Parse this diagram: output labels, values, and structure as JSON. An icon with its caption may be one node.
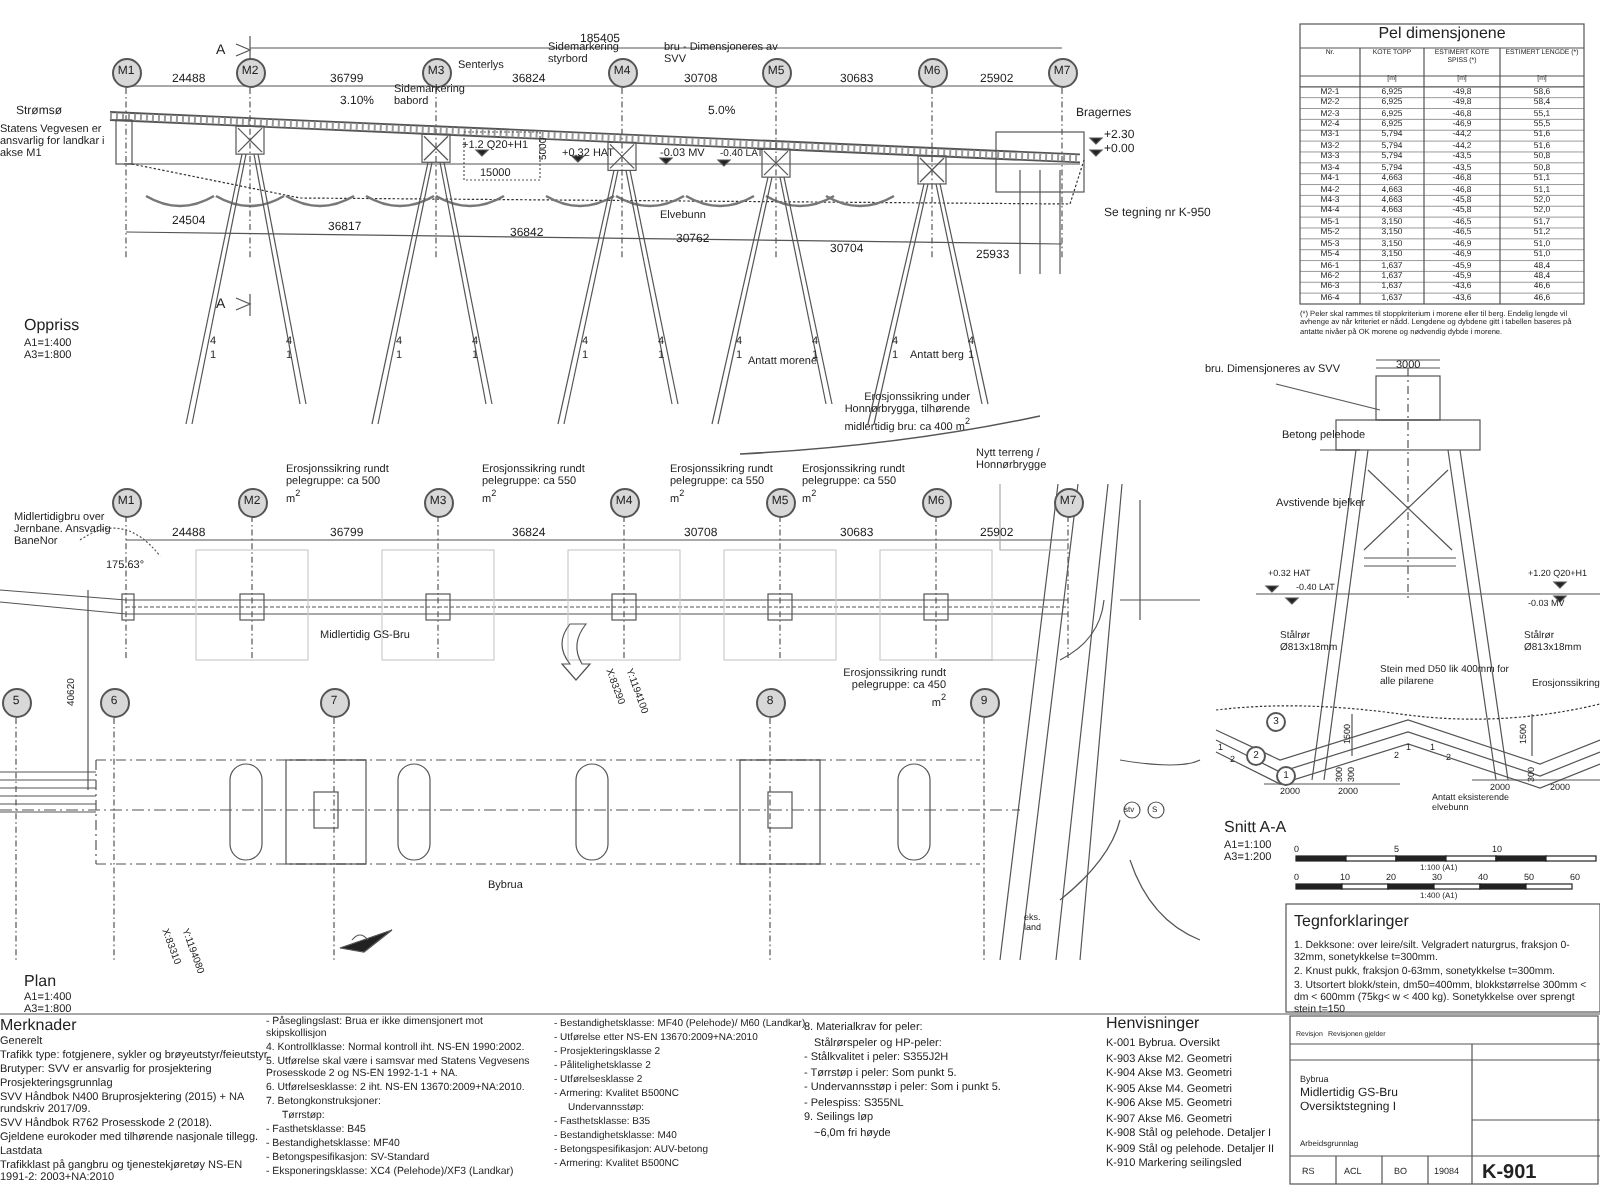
{
  "diagram": {
    "nodes": [
      {
        "text": [
          "M1"
        ]
      },
      {
        "text": [
          "M2"
        ]
      },
      {
        "text": [
          "M3"
        ]
      },
      {
        "text": [
          "M4"
        ]
      },
      {
        "text": [
          "M5"
        ]
      },
      {
        "text": [
          "M6"
        ]
      },
      {
        "text": [
          "M7"
        ]
      },
      {
        "text": [
          "M1"
        ]
      },
      {
        "text": [
          "M2"
        ]
      },
      {
        "text": [
          "M3"
        ]
      },
      {
        "text": [
          "M4"
        ]
      },
      {
        "text": [
          "M5"
        ]
      },
      {
        "text": [
          "M6"
        ]
      },
      {
        "text": [
          "M7"
        ]
      },
      {
        "text": [
          "5"
        ]
      },
      {
        "text": [
          "6"
        ]
      },
      {
        "text": [
          "7"
        ]
      },
      {
        "text": [
          "8"
        ]
      },
      {
        "text": [
          "9"
        ]
      },
      {
        "text": [
          "3"
        ]
      },
      {
        "text": [
          "2"
        ]
      },
      {
        "text": [
          "1"
        ]
      }
    ],
    "labels": [
      "185405",
      "24488",
      "36799",
      "36824",
      "30708",
      "30683",
      "25902",
      "A",
      "Strømsø",
      "Statens Vegvesen er ansvarlig for landkar i akse M1",
      "3.10%",
      "Sidemarkering babord",
      "Senterlys",
      "Sidemarkering styrbord",
      "bru - Dimensjoneres av SVV",
      "5.0%",
      "+1.2 Q20+H1",
      "5000",
      "15000",
      "+0.32 HAT",
      "-0.03 MV",
      "-0.40 LAT",
      "Bragernes",
      "+2.30",
      "+0.00",
      "Se tegning nr K-950",
      "Elvebunn",
      "24504",
      "36817",
      "36842",
      "30762",
      "30704",
      "25933",
      "A",
      "Oppriss",
      "A1=1:400",
      "A3=1:800",
      "4",
      "1",
      "4",
      "1",
      "4",
      "1",
      "4",
      "1",
      "4",
      "1",
      "4",
      "1",
      "4",
      "1",
      "4",
      "1",
      "4",
      "1",
      "4",
      "1",
      "Antatt morene",
      "Antatt berg",
      "Pel dimensjonene",
      "Nr.",
      "KOTE TOPP",
      "ESTIMERT KOTE SPISS (*)",
      "ESTIMERT LENGDE (*)",
      "[m]",
      "[m]",
      "[m]",
      "M2-1",
      "6,925",
      "-49,8",
      "58,6",
      "M2-2",
      "6,925",
      "-49,8",
      "58,4",
      "M2-3",
      "6,925",
      "-46,8",
      "55,1",
      "M2-4",
      "6,925",
      "-46,9",
      "55,5",
      "M3-1",
      "5,794",
      "-44,2",
      "51,6",
      "M3-2",
      "5,794",
      "-44,2",
      "51,6",
      "M3-3",
      "5,794",
      "-43,5",
      "50,8",
      "M3-4",
      "5,794",
      "-43,5",
      "50,8",
      "M4-1",
      "4,663",
      "-46,8",
      "51,1",
      "M4-2",
      "4,663",
      "-46,8",
      "51,1",
      "M4-3",
      "4,663",
      "-45,8",
      "52,0",
      "M4-4",
      "4,663",
      "-45,8",
      "52,0",
      "M5-1",
      "3,150",
      "-46,5",
      "51,7",
      "M5-2",
      "3,150",
      "-46,5",
      "51,2",
      "M5-3",
      "3,150",
      "-46,9",
      "51,0",
      "M5-4",
      "3,150",
      "-46,9",
      "51,0",
      "M6-1",
      "1,637",
      "-45,9",
      "48,4",
      "M6-2",
      "1,637",
      "-45,9",
      "48,4",
      "M6-3",
      "1,637",
      "-43,6",
      "46,6",
      "M6-4",
      "1,637",
      "-43,6",
      "46,6",
      "(*) Peler skal rammes til stoppkriterium i morene eller til berg. Endelig lengde vil avhenge av når kriteriet er nådd. Lengdene og dybdene gitt i tabellen baseres på antatte nivåer på OK morene og nødvendig dybde i morene.",
      "Erosjonssikring under Honnørbrygga, tilhørende midlertidig bru: ca 400 m$^{2}$",
      "Nytt terreng / Honnørbrygge",
      "Erosjonssikring rundt pelegruppe: ca 500 m$^{2}$",
      "Erosjonssikring rundt pelegruppe: ca 550 m$^{2}$",
      "Erosjonssikring rundt pelegruppe: ca 550 m$^{2}$",
      "Erosjonssikring rundt pelegruppe: ca 550 m$^{2}$",
      "24488",
      "36799",
      "36824",
      "30708",
      "30683",
      "25902",
      "Midlertidigbru over Jernbane. Ansvarlig BaneNor",
      "175.63°",
      "Midlertidig GS-Bru",
      "X:83290",
      "Y:1194100",
      "40620",
      "Erosjonssikring rundt pelegruppe: ca 450 m$^{2}$",
      "Bybrua",
      "stv",
      "S",
      "eks. land",
      "X:83310",
      "Y:1194080",
      "Plan",
      "A1=1:400",
      "A3=1:800",
      "bru. Dimensjoneres av SVV",
      "3000",
      "Betong pelehode",
      "Avstivende bjelker",
      "+0.32 HAT",
      "-0.40 LAT",
      "+1.20 Q20+H1",
      "-0.03 MV",
      "Stålrør Ø813x18mm",
      "Stålrør Ø813x18mm",
      "Stein med D50 lik 400mm for alle pilarene",
      "Erosjonssikring",
      "1500",
      "1500",
      "300",
      "300",
      "300",
      "2000",
      "2000",
      "2000",
      "2000",
      "Antatt eksisterende elvebunn",
      "1",
      "2",
      "2",
      "1",
      "1",
      "2",
      "Snitt A-A",
      "A1=1:100",
      "A3=1:200",
      "0",
      "5",
      "10",
      "1:100 (A1)",
      "0",
      "10",
      "20",
      "30",
      "40",
      "50",
      "60",
      "1:400 (A1)",
      "Tegnforklaringer",
      "1. Dekksone: over leire/silt. Velgradert naturgrus, fraksjon 0-32mm, sonetykkelse t=300mm.",
      "2. Knust pukk, fraksjon 0-63mm, sonetykkelse t=300mm.",
      "3. Utsortert blokk/stein, dm50=400mm, blokkstørrelse 300mm < dm < 600mm (75kg< w < 400 kg). Sonetykkelse over sprengt stein t=150",
      "Merknader",
      "Generelt",
      "Trafikk type: fotgjenere, sykler og brøyeutstyr/feieutstyr",
      "Brutyper: SVV er ansvarlig for prosjektering",
      "Prosjekteringsgrunnlag",
      "SVV Håndbok N400 Bruprosjektering (2015) + NA rundskriv 2017/09.",
      "SVV Håndbok R762 Prosesskode 2 (2018).",
      "Gjeldene eurokoder med tilhørende nasjonale tillegg.",
      "Lastdata",
      "Trafikklast på gangbru og tjenestekjøretøy NS-EN 1991-2: 2003+NA:2010",
      "- Påseglingslast: Brua er ikke dimensjonert mot skipskollisjon",
      "4. Kontrollklasse: Normal kontroll iht. NS-EN 1990:2002.",
      "5. Utførelse skal være i samsvar med Statens Vegvesens Prosesskode 2 og NS-EN 1992-1-1 + NA.",
      "6. Utførelsesklasse: 2 iht. NS-EN 13670:2009+NA:2010.",
      "7. Betongkonstruksjoner:",
      "Tørrstøp:",
      "- Fasthetsklasse: B45",
      "- Bestandighetsklasse: MF40",
      "- Betongspesifikasjon: SV-Standard",
      "- Eksponeringsklasse: XC4 (Pelehode)/XF3 (Landkar)",
      "- Bestandighetsklasse: MF40 (Pelehode)/ M60 (Landkar)",
      "- Utførelse etter NS-EN 13670:2009+NA:2010",
      "- Prosjekteringsklasse 2",
      "- Pålitelighetsklasse 2",
      "- Utførelsesklasse 2",
      "- Armering: Kvalitet B500NC",
      "Undervannsstøp:",
      "- Fasthetsklasse: B35",
      "- Bestandighetsklasse: M40",
      "- Betongspesifikasjon: AUV-betong",
      "- Armering: Kvalitet B500NC",
      "8. Materialkrav for peler:",
      "Stålrørspeler og HP-peler:",
      "- Stålkvalitet i peler: S355J2H",
      "- Tørrstøp i peler: Som punkt 5.",
      "- Undervannsstøp i peler: Som i punkt 5.",
      "- Pelespiss: S355NL",
      "9. Seilings løp",
      "~6,0m fri høyde",
      "Henvisninger",
      "K-001 Bybrua. Oversikt",
      "K-903 Akse M2. Geometri",
      "K-904 Akse M3. Geometri",
      "K-905 Akse M4. Geometri",
      "K-906 Akse M5. Geometri",
      "K-907 Akse M6. Geometri",
      "K-908 Stål og pelehode. Detaljer I",
      "K-909 Stål og pelehode. Detaljer II",
      "K-910 Markering seilingsled",
      "Revisjon",
      "Revisjonen gjelder",
      "Bybrua",
      "Midlertidig GS-Bru Oversiktstegning I",
      "Arbeidsgrunnlag",
      "RS",
      "ACL",
      "BO",
      "19084",
      "K-901"
    ]
  }
}
